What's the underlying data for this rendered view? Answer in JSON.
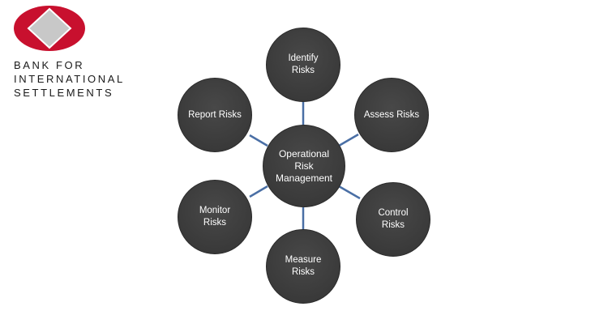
{
  "logo": {
    "lines": [
      "BANK FOR",
      "INTERNATIONAL",
      "SETTLEMENTS"
    ],
    "colors": {
      "red": "#c8102e",
      "grey": "#c8c8c8"
    }
  },
  "diagram": {
    "center": {
      "label": "Operational\nRisk\nManagement"
    },
    "nodes": [
      {
        "label": "Identify\nRisks"
      },
      {
        "label": "Assess Risks"
      },
      {
        "label": "Control\nRisks"
      },
      {
        "label": "Measure\nRisks"
      },
      {
        "label": "Monitor\nRisks"
      },
      {
        "label": "Report Risks"
      }
    ],
    "colors": {
      "node": "#3c3c3c",
      "connector": "#4a6fa5",
      "text": "#ffffff"
    }
  }
}
